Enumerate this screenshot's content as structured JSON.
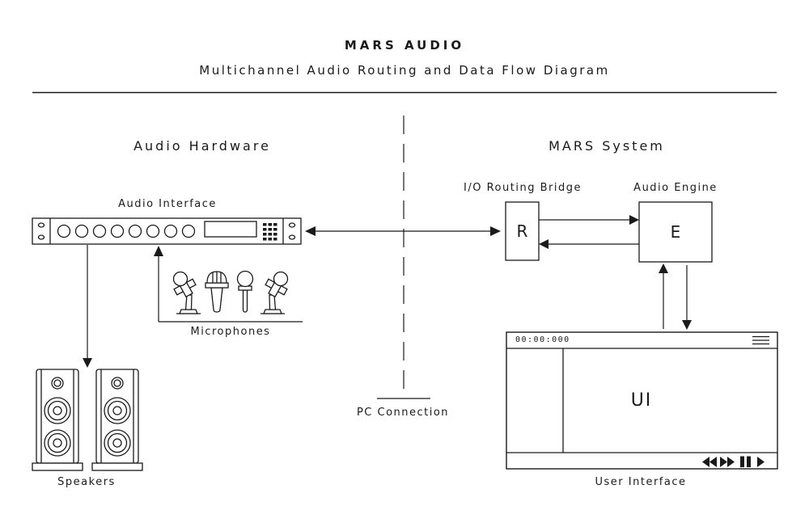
{
  "header": {
    "title": "MARS AUDIO",
    "subtitle": "Multichannel Audio Routing and Data Flow Diagram"
  },
  "sections": {
    "left_heading": "Audio Hardware",
    "right_heading": "MARS System"
  },
  "divider": {
    "label": "PC Connection"
  },
  "hardware": {
    "audio_interface_label": "Audio Interface",
    "microphones_label": "Microphones",
    "speakers_label": "Speakers"
  },
  "mars": {
    "routing_bridge": {
      "label": "I/O Routing Bridge",
      "letter": "R"
    },
    "audio_engine": {
      "label": "Audio Engine",
      "letter": "E"
    },
    "ui_window": {
      "timecode": "00:00:000",
      "content_label": "UI",
      "caption": "User Interface",
      "icons": [
        "hamburger-menu",
        "rewind",
        "fast-forward",
        "pause",
        "play"
      ]
    }
  },
  "colors": {
    "ink": "#1a1a1a",
    "background": "#ffffff"
  }
}
